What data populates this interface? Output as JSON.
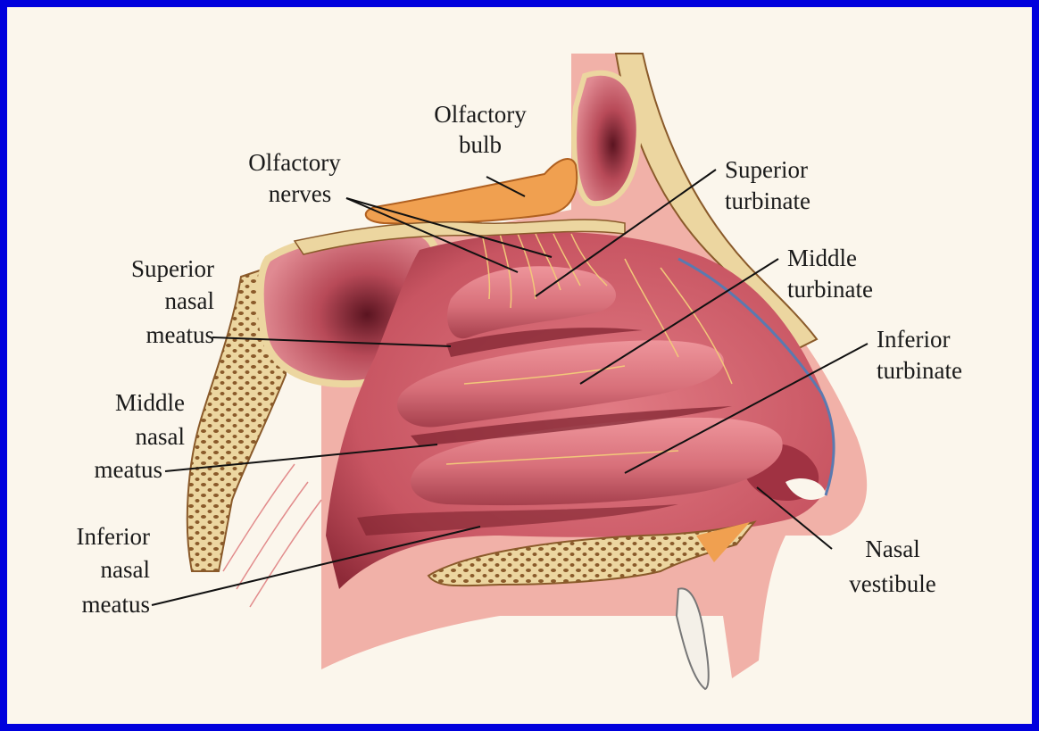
{
  "labels": {
    "olfactory_bulb": [
      "Olfactory",
      "bulb"
    ],
    "olfactory_nerves": [
      "Olfactory",
      "nerves"
    ],
    "superior_turbinate": [
      "Superior",
      "turbinate"
    ],
    "middle_turbinate": [
      "Middle",
      "turbinate"
    ],
    "inferior_turbinate": [
      "Inferior",
      "turbinate"
    ],
    "superior_nasal_meatus": [
      "Superior",
      "nasal",
      "meatus"
    ],
    "middle_nasal_meatus": [
      "Middle",
      "nasal",
      "meatus"
    ],
    "inferior_nasal_meatus": [
      "Inferior",
      "nasal",
      "meatus"
    ],
    "nasal_vestibule": [
      "Nasal",
      "vestibule"
    ]
  },
  "colors": {
    "frame": "#0000dd",
    "paper": "#fbf6ec",
    "mucosa": "#d9707a",
    "mucosa_dark": "#9e2f3d",
    "skin": "#f1b1a8",
    "bone": "#ecd6a0",
    "bone_pores": "#8a5a2a",
    "bulb": "#f0a050"
  }
}
